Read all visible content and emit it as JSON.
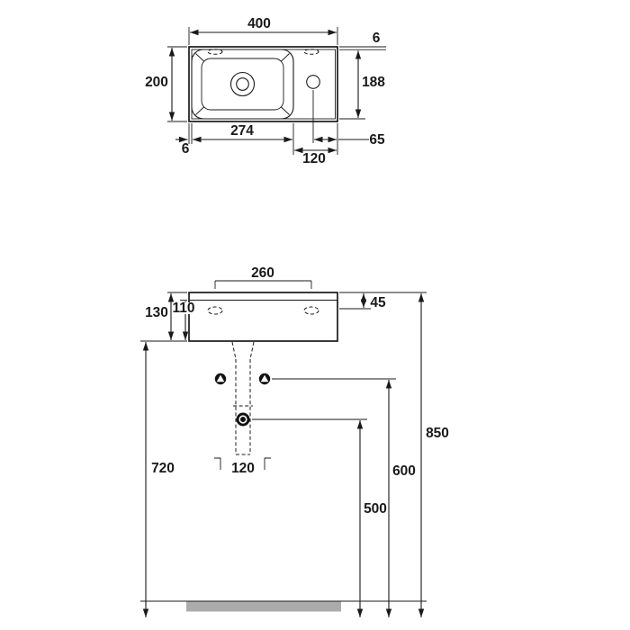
{
  "drawing": {
    "type": "washbasin-technical-drawing",
    "top_view": {
      "overall_width": "400",
      "rim_top": "6",
      "overall_depth": "200",
      "inner_depth": "188",
      "rim_left": "6",
      "bowl_width": "274",
      "deck_width": "120",
      "tap_from_right": "65"
    },
    "front_view": {
      "hole_spacing": "260",
      "rim_front": "45",
      "height_total": "130",
      "height_body": "110",
      "bolt_spacing": "120",
      "underside_to_floor": "720",
      "top_to_floor": "850",
      "bolts_to_floor": "600",
      "trap_to_floor": "500"
    },
    "colors": {
      "line": "#1a1a1a",
      "floor": "#ababab",
      "background": "#ffffff"
    }
  }
}
